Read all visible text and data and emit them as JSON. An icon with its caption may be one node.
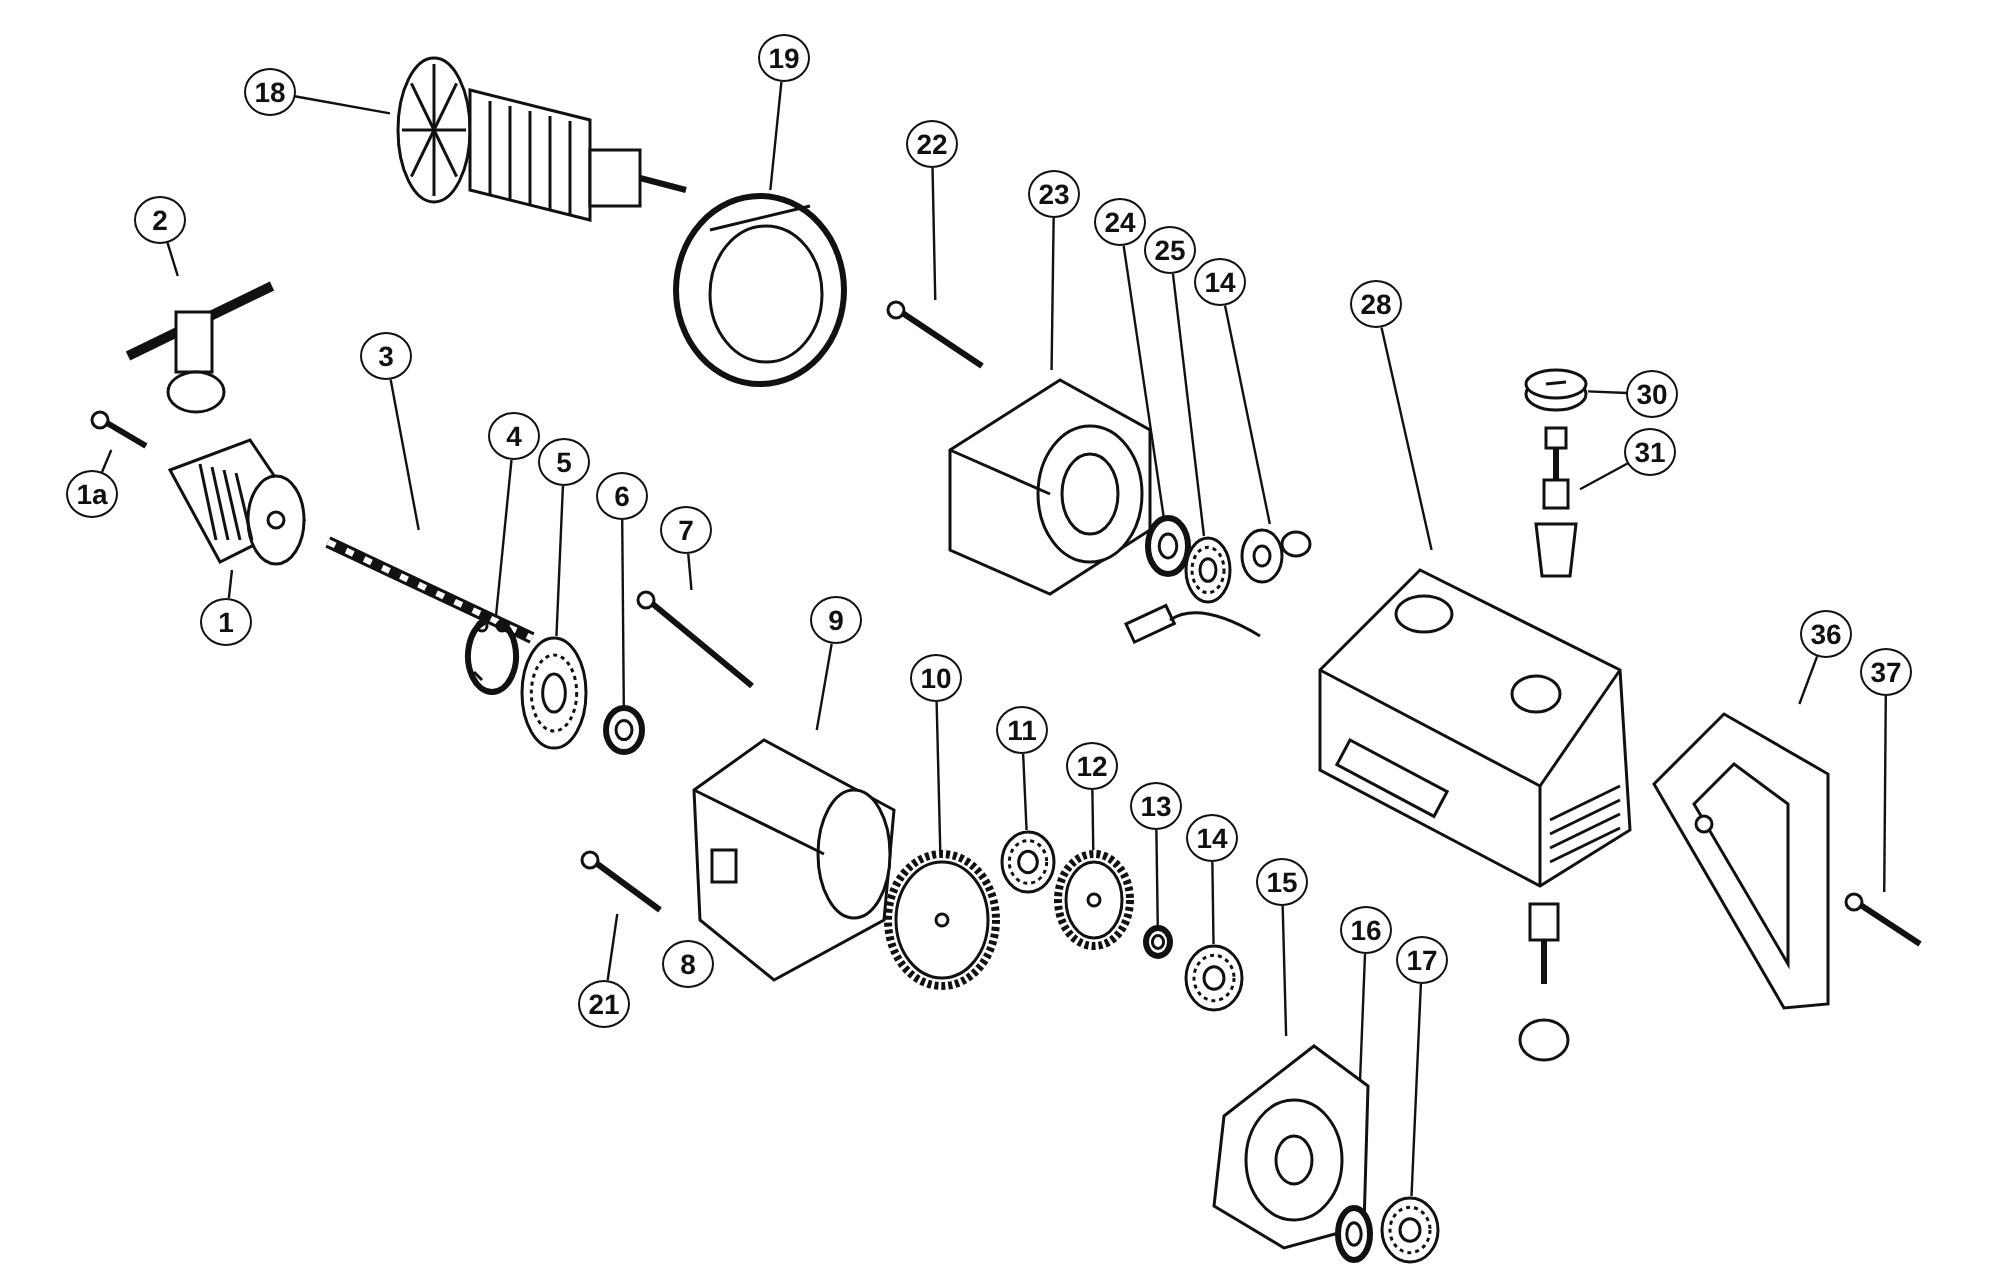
{
  "diagram": {
    "nodes": [
      {
        "text": [
          "18"
        ]
      },
      {
        "text": [
          "19"
        ]
      },
      {
        "text": [
          "22"
        ]
      },
      {
        "text": [
          "2"
        ]
      },
      {
        "text": [
          "23"
        ]
      },
      {
        "text": [
          "24"
        ]
      },
      {
        "text": [
          "25"
        ]
      },
      {
        "text": [
          "14"
        ]
      },
      {
        "text": [
          "28"
        ]
      },
      {
        "text": [
          "3"
        ]
      },
      {
        "text": [
          "30"
        ]
      },
      {
        "text": [
          "31"
        ]
      },
      {
        "text": [
          "1a"
        ]
      },
      {
        "text": [
          "1"
        ]
      },
      {
        "text": [
          "4"
        ]
      },
      {
        "text": [
          "5"
        ]
      },
      {
        "text": [
          "6"
        ]
      },
      {
        "text": [
          "7"
        ]
      },
      {
        "text": [
          "9"
        ]
      },
      {
        "text": [
          "36"
        ]
      },
      {
        "text": [
          "37"
        ]
      },
      {
        "text": [
          "10"
        ]
      },
      {
        "text": [
          "11"
        ]
      },
      {
        "text": [
          "12"
        ]
      },
      {
        "text": [
          "13"
        ]
      },
      {
        "text": [
          "14"
        ]
      },
      {
        "text": [
          "15"
        ]
      },
      {
        "text": [
          "16"
        ]
      },
      {
        "text": [
          "17"
        ]
      },
      {
        "text": [
          "21"
        ]
      },
      {
        "text": [
          "8"
        ]
      },
      {
        "text": [],
        "shape": "picture"
      },
      {
        "text": [],
        "shape": "picture"
      },
      {
        "text": [],
        "shape": "picture"
      },
      {
        "text": [],
        "shape": "picture"
      },
      {
        "text": [],
        "shape": "picture"
      },
      {
        "text": [],
        "shape": "picture"
      },
      {
        "text": [],
        "shape": "picture"
      },
      {
        "text": [],
        "shape": "picture"
      },
      {
        "text": [],
        "shape": "picture"
      },
      {
        "text": [],
        "shape": "picture"
      },
      {
        "text": [],
        "shape": "picture"
      },
      {
        "text": [],
        "shape": "picture"
      },
      {
        "text": [],
        "shape": "picture"
      },
      {
        "text": [],
        "shape": "picture"
      },
      {
        "text": [],
        "shape": "picture"
      },
      {
        "text": [],
        "shape": "picture"
      },
      {
        "text": [],
        "shape": "picture"
      },
      {
        "text": [],
        "shape": "picture"
      },
      {
        "text": [],
        "shape": "picture"
      },
      {
        "text": [],
        "shape": "picture"
      },
      {
        "text": [],
        "shape": "picture"
      },
      {
        "text": [],
        "shape": "picture"
      },
      {
        "text": [],
        "shape": "picture"
      },
      {
        "text": [],
        "shape": "picture"
      },
      {
        "text": [],
        "shape": "picture"
      },
      {
        "text": [],
        "shape": "picture"
      },
      {
        "text": [],
        "shape": "picture"
      },
      {
        "text": [],
        "shape": "picture"
      },
      {
        "text": [],
        "shape": "picture"
      },
      {
        "text": [],
        "shape": "picture"
      }
    ],
    "edges": [
      {
        "from": 0,
        "to": 31,
        "arrow": "none"
      },
      {
        "from": 1,
        "to": 32,
        "arrow": "none"
      },
      {
        "from": 2,
        "to": 33,
        "arrow": "none"
      },
      {
        "from": 3,
        "to": 34,
        "arrow": "none"
      },
      {
        "from": 4,
        "to": 35,
        "arrow": "none"
      },
      {
        "from": 5,
        "to": 36,
        "arrow": "none"
      },
      {
        "from": 6,
        "to": 37,
        "arrow": "none"
      },
      {
        "from": 7,
        "to": 38,
        "arrow": "none"
      },
      {
        "from": 8,
        "to": 39,
        "arrow": "none"
      },
      {
        "from": 9,
        "to": 40,
        "arrow": "none"
      },
      {
        "from": 10,
        "to": 41,
        "arrow": "none"
      },
      {
        "from": 11,
        "to": 42,
        "arrow": "none"
      },
      {
        "from": 12,
        "to": 43,
        "arrow": "none"
      },
      {
        "from": 13,
        "to": 44,
        "arrow": "none"
      },
      {
        "from": 14,
        "to": 45,
        "arrow": "none"
      },
      {
        "from": 15,
        "to": 46,
        "arrow": "none"
      },
      {
        "from": 16,
        "to": 47,
        "arrow": "none"
      },
      {
        "from": 17,
        "to": 48,
        "arrow": "none"
      },
      {
        "from": 18,
        "to": 49,
        "arrow": "none"
      },
      {
        "from": 19,
        "to": 50,
        "arrow": "none"
      },
      {
        "from": 20,
        "to": 51,
        "arrow": "none"
      },
      {
        "from": 21,
        "to": 52,
        "arrow": "none"
      },
      {
        "from": 22,
        "to": 53,
        "arrow": "none"
      },
      {
        "from": 23,
        "to": 54,
        "arrow": "none"
      },
      {
        "from": 24,
        "to": 55,
        "arrow": "none"
      },
      {
        "from": 25,
        "to": 56,
        "arrow": "none"
      },
      {
        "from": 26,
        "to": 57,
        "arrow": "none"
      },
      {
        "from": 27,
        "to": 58,
        "arrow": "none"
      },
      {
        "from": 28,
        "to": 59,
        "arrow": "none"
      },
      {
        "from": 29,
        "to": 60,
        "arrow": "none"
      },
      {
        "from": 30,
        "to": 49,
        "arrow": "none"
      }
    ]
  }
}
